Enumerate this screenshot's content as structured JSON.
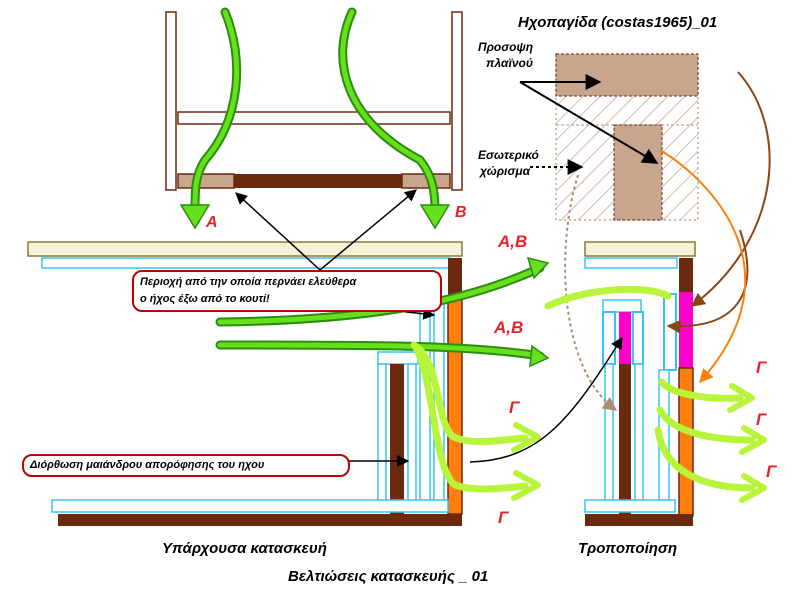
{
  "diagram": {
    "title": "Ηχοπαγίδα (costas1965)_01",
    "subtitle": "Βελτιώσεις κατασκευής _ 01",
    "caption_left": "Υπάρχουσα κατασκευή",
    "caption_right": "Τροποποίηση",
    "label_side_front": [
      "Προσοψη",
      "πλαϊνού"
    ],
    "label_inner_partition": [
      "Εσωτερικό",
      "χώρισμα"
    ],
    "callout_leak": [
      "Περιοχή από την οποία περνάει ελεύθερα",
      "ο ήχος έξω από το κουτί!"
    ],
    "callout_fix": "Διόρθωση μαιάνδρου απορόφησης του ηχου",
    "flow_labels": {
      "a": "A",
      "b": "B",
      "ab": "A,B",
      "g": "Γ"
    },
    "colors": {
      "wood_light": "#c8a58d",
      "wood_dark": "#6b2a0e",
      "orange": "#ff7f0e",
      "magenta": "#ff00cc",
      "cyan": "#33c5f3",
      "flow_green": "#66e01a",
      "flow_yellow_green": "#b8f43a",
      "arrow_brown": "#8b4513",
      "label_red": "#e8212a"
    }
  }
}
